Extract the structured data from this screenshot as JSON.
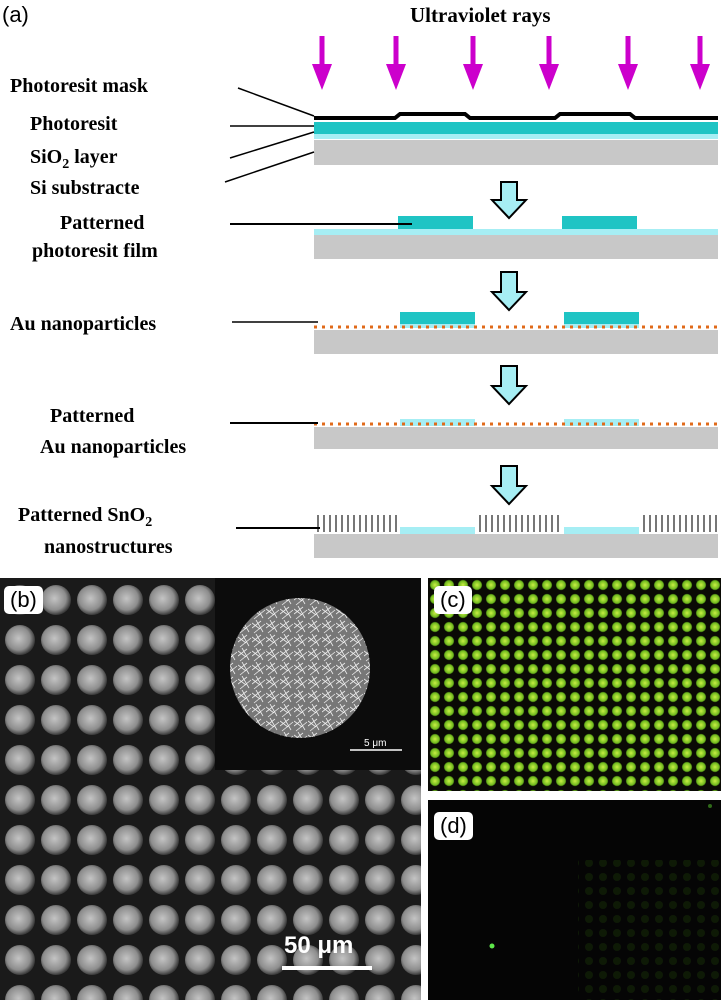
{
  "panel_a": {
    "tag": "(a)",
    "title": "Ultraviolet rays",
    "labels": {
      "mask": "Photoresit mask",
      "photoresist": "Photoresit",
      "sio2": "SiO",
      "sio2_sub": "2",
      "sio2_rest": " layer",
      "si": "Si substracte",
      "patterned_1": "Patterned",
      "patterned_2": "photoresit film",
      "au": "Au nanoparticles",
      "pau_1": "Patterned",
      "pau_2": "Au nanoparticles",
      "psno2_1": "Patterned SnO",
      "psno2_sub": "2",
      "psno2_2": "nanostructures"
    }
  },
  "panel_b": {
    "tag": "(b)",
    "scale": "50 μm",
    "inset_scale": "5 μm"
  },
  "panel_c": {
    "tag": "(c)"
  },
  "panel_d": {
    "tag": "(d)"
  },
  "colors": {
    "uv_arrow": "#cc00cc",
    "photoresist": "#1fc4c4",
    "sio2": "#a6eef4",
    "substrate": "#c8c8c8",
    "au": "#e06a1a",
    "process_arrow": "#a6eef4"
  }
}
